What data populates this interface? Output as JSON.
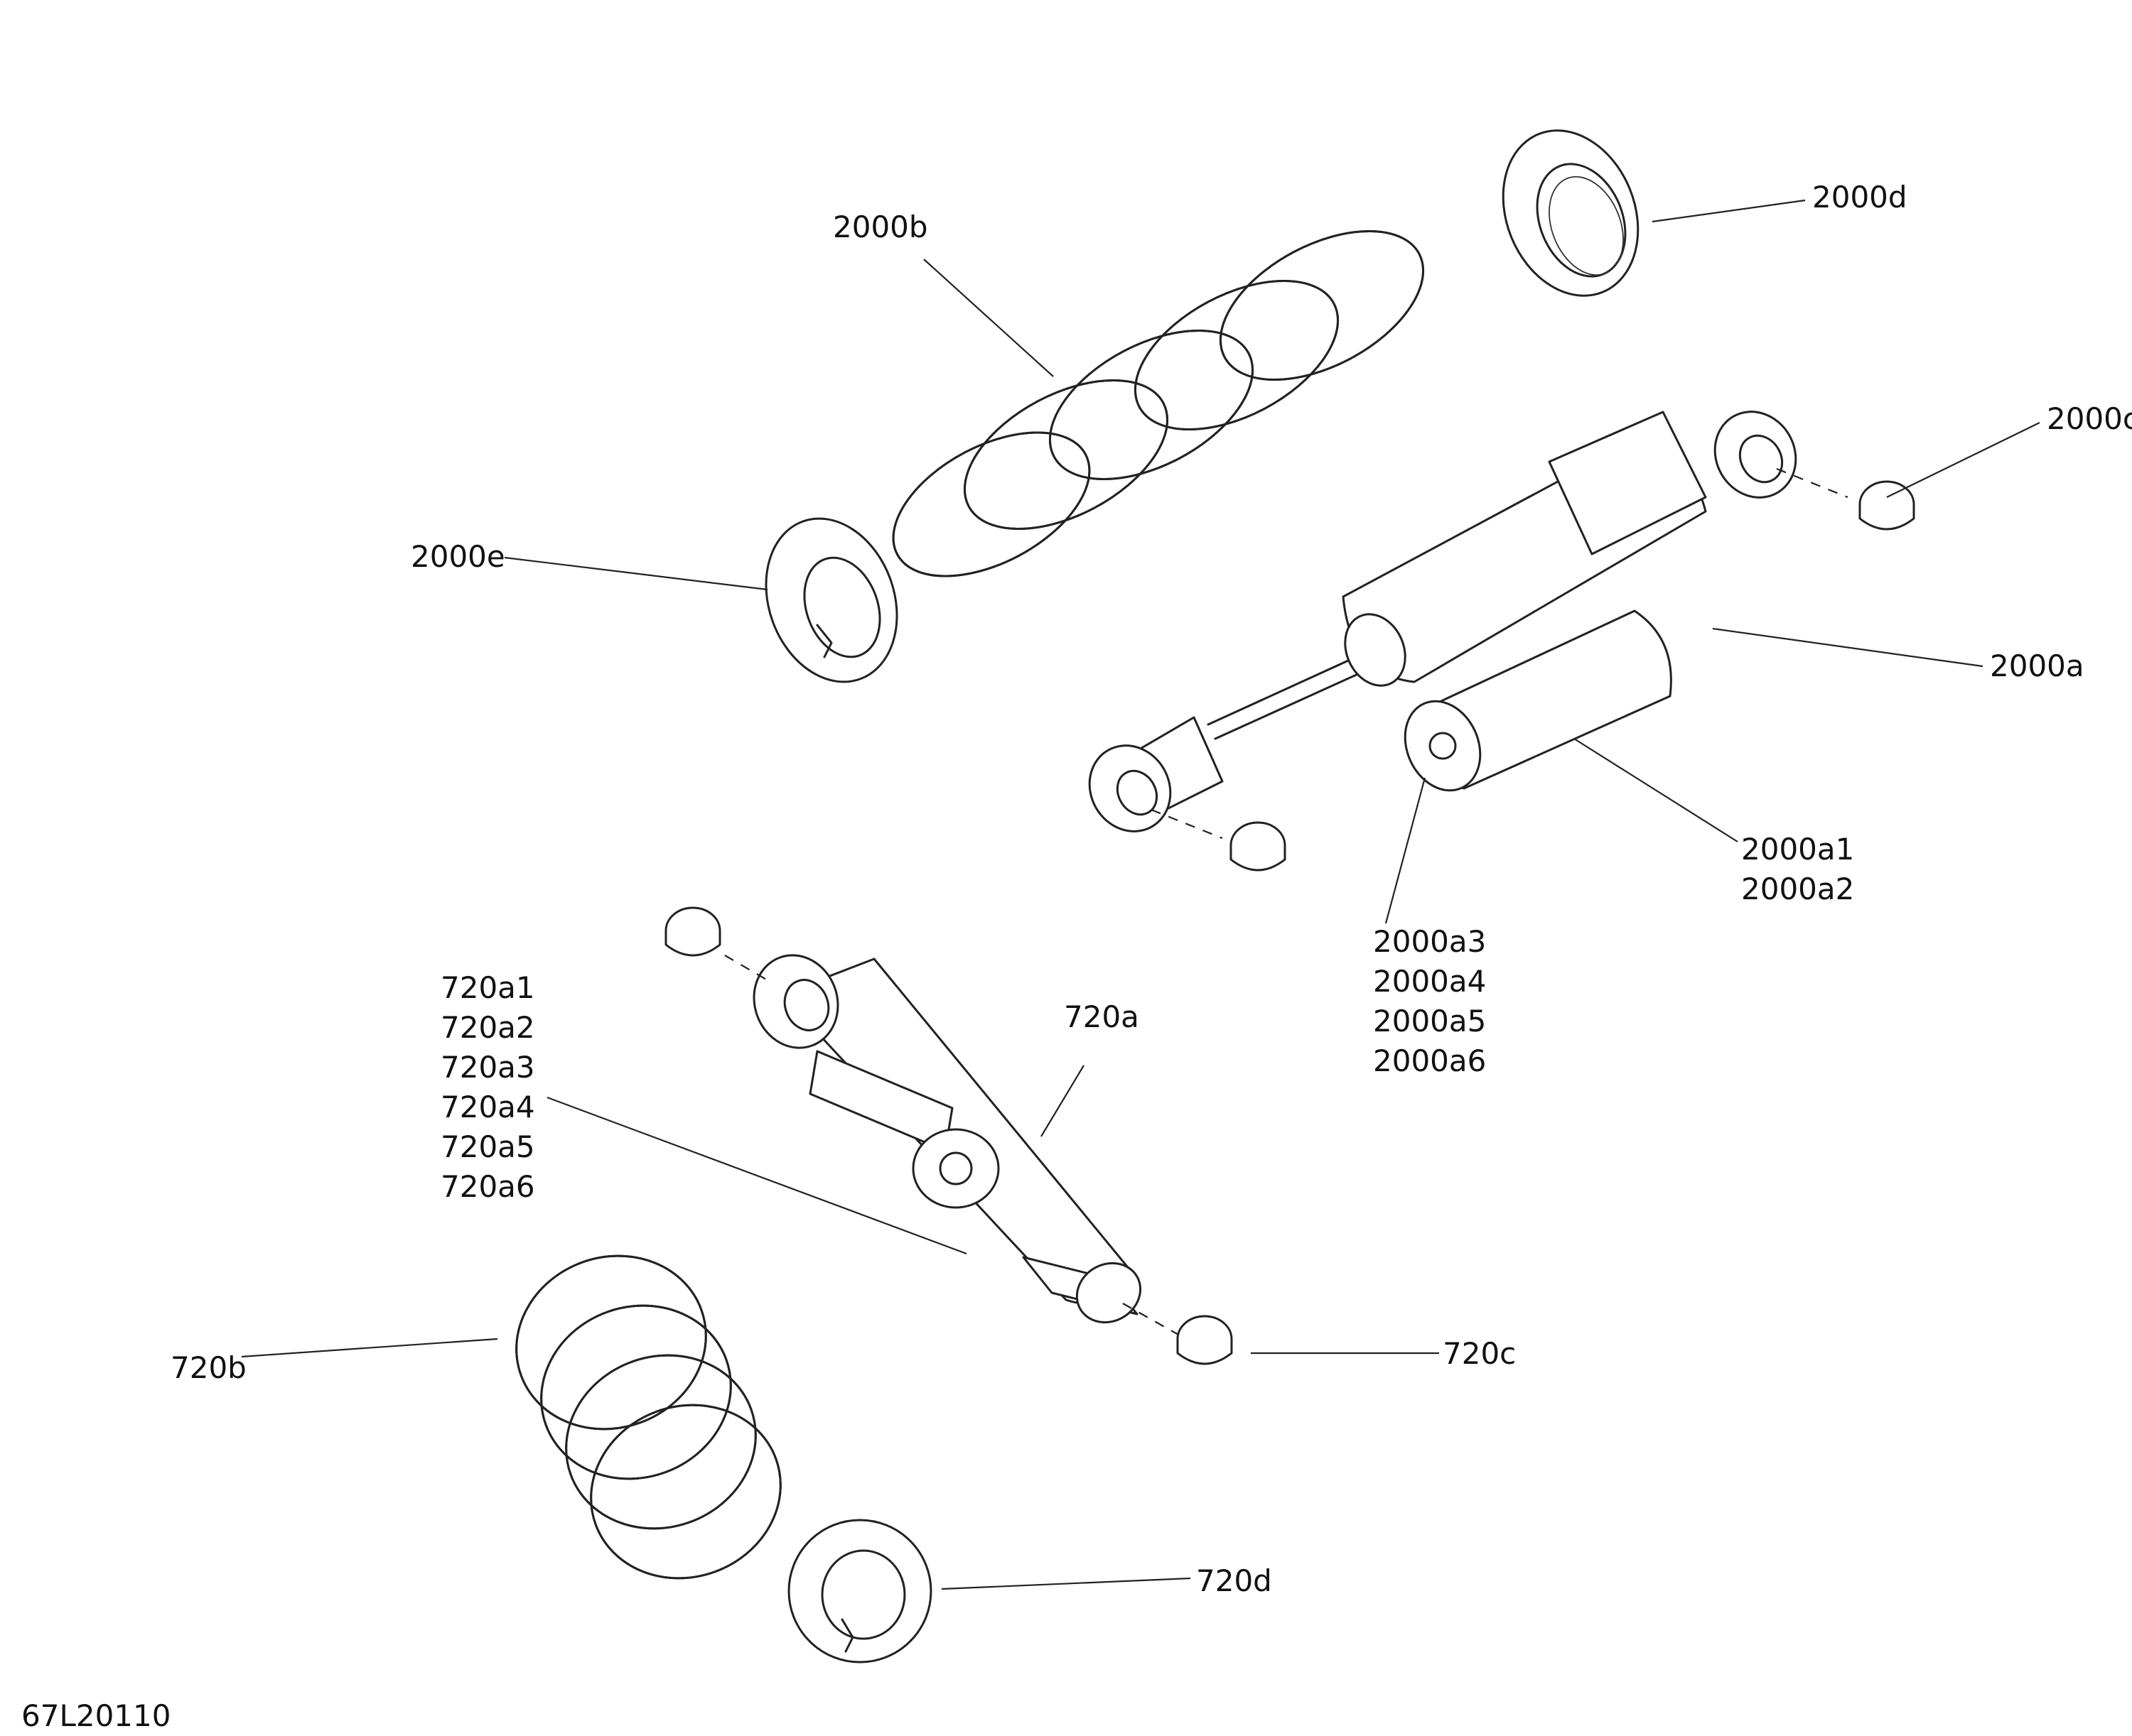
{
  "labels": {
    "l2000b": "2000b",
    "l2000d": "2000d",
    "l2000c": "2000c",
    "l2000e": "2000e",
    "l2000a": "2000a",
    "l2000a1": "2000a1",
    "l2000a2": "2000a2",
    "l2000a3": "2000a3",
    "l2000a4": "2000a4",
    "l2000a5": "2000a5",
    "l2000a6": "2000a6",
    "l720a": "720a",
    "l720a1": "720a1",
    "l720a2": "720a2",
    "l720a3": "720a3",
    "l720a4": "720a4",
    "l720a5": "720a5",
    "l720a6": "720a6",
    "l720b": "720b",
    "l720c": "720c",
    "l720d": "720d"
  },
  "figure_code": "67L20110"
}
